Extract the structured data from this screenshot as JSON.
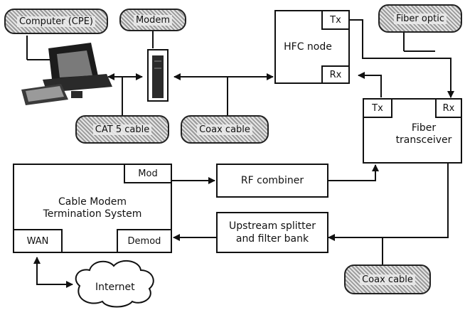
{
  "tags": {
    "computer": "Computer (CPE)",
    "modem": "Modem",
    "fiber_optic": "Fiber optic",
    "cat5_cable": "CAT 5 cable",
    "coax_cable_top": "Coax cable",
    "coax_cable_bottom": "Coax cable"
  },
  "hfc_node": {
    "title": "HFC node",
    "tx": "Tx",
    "rx": "Rx"
  },
  "fiber_transceiver": {
    "title": "Fiber transceiver",
    "tx": "Tx",
    "rx": "Rx"
  },
  "cmts": {
    "title": "Cable Modem Termination System",
    "mod": "Mod",
    "demod": "Demod",
    "wan": "WAN"
  },
  "rf_combiner": "RF combiner",
  "upstream_splitter": "Upstream splitter and filter bank",
  "internet": "Internet"
}
